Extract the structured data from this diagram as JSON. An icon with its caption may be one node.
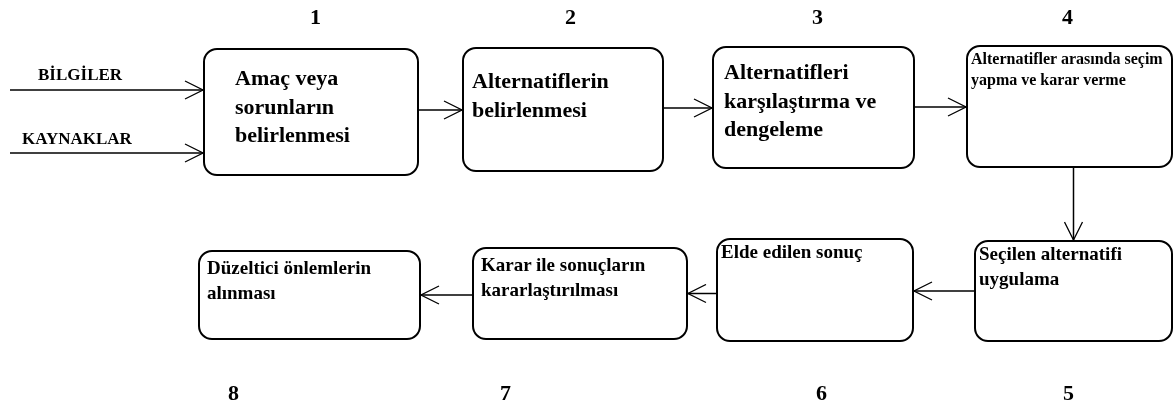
{
  "diagram": {
    "nodes": [
      {
        "text": [
          "Amaç veya sorunların belirlenmesi"
        ],
        "beside": [
          "1"
        ]
      },
      {
        "text": [
          "Alternatiflerin belirlenmesi"
        ],
        "beside": [
          "2"
        ]
      },
      {
        "text": [
          "Alternatifleri karşılaştırma ve dengeleme"
        ],
        "beside": [
          "3"
        ]
      },
      {
        "text": [
          "Alternatifler arasında seçim yapma ve karar verme"
        ],
        "beside": [
          "4"
        ]
      },
      {
        "text": [
          "Seçilen alternatifi uygulama"
        ],
        "beside": [
          "5"
        ]
      },
      {
        "text": [
          "Elde edilen sonuç"
        ],
        "beside": [
          "6"
        ]
      },
      {
        "text": [
          "Karar ile sonuçların kararlaştırılması"
        ],
        "beside": [
          "7"
        ]
      },
      {
        "text": [
          "Düzeltici önlemlerin alınması"
        ],
        "beside": [
          "8"
        ]
      }
    ],
    "edges": [
      {
        "from": null,
        "to": 0,
        "arrow": "to",
        "label": "BİLGİLER"
      },
      {
        "from": null,
        "to": 0,
        "arrow": "to",
        "label": "KAYNAKLAR"
      },
      {
        "from": 0,
        "to": 1,
        "arrow": "to"
      },
      {
        "from": 1,
        "to": 2,
        "arrow": "to"
      },
      {
        "from": 2,
        "to": 3,
        "arrow": "to"
      },
      {
        "from": 3,
        "to": 4,
        "arrow": "to"
      },
      {
        "from": 4,
        "to": 5,
        "arrow": "to"
      },
      {
        "from": 5,
        "to": 6,
        "arrow": "to"
      },
      {
        "from": 6,
        "to": 7,
        "arrow": "to"
      }
    ]
  }
}
